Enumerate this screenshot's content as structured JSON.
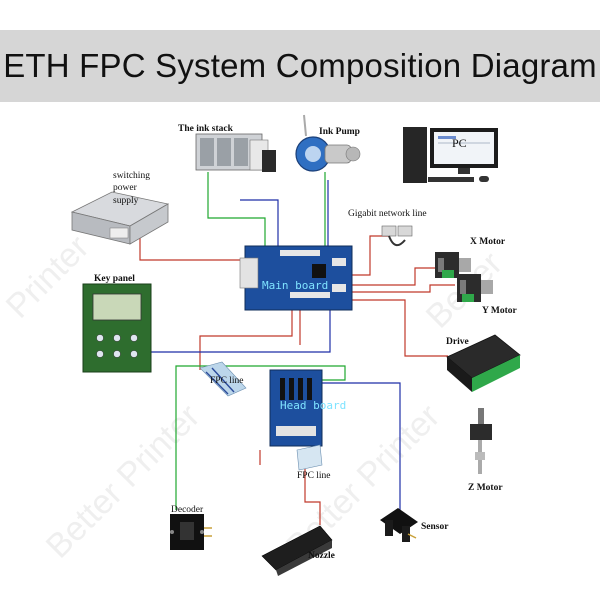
{
  "title": "ETH FPC System Composition Diagram",
  "labels": {
    "ink_stack": "The ink stack",
    "ink_pump": "Ink Pump",
    "pc": "PC",
    "switching": "switching",
    "power": "power",
    "supply": "supply",
    "gigabit": "Gigabit network line",
    "x_motor": "X Motor",
    "y_motor": "Y Motor",
    "key_panel": "Key panel",
    "drive": "Drive",
    "fpc_line_1": "FPC line",
    "head_board": "Head board",
    "fpc_line_2": "FPC line",
    "z_motor": "Z Motor",
    "decoder": "Decoder",
    "sensor": "Sensor",
    "nozzle": "Nozzle",
    "main_board": "Main board"
  },
  "colors": {
    "red_line": "#c0392b",
    "blue_line": "#1f2fa8",
    "green_line": "#1fa82f",
    "board_blue": "#1d4f9e"
  }
}
